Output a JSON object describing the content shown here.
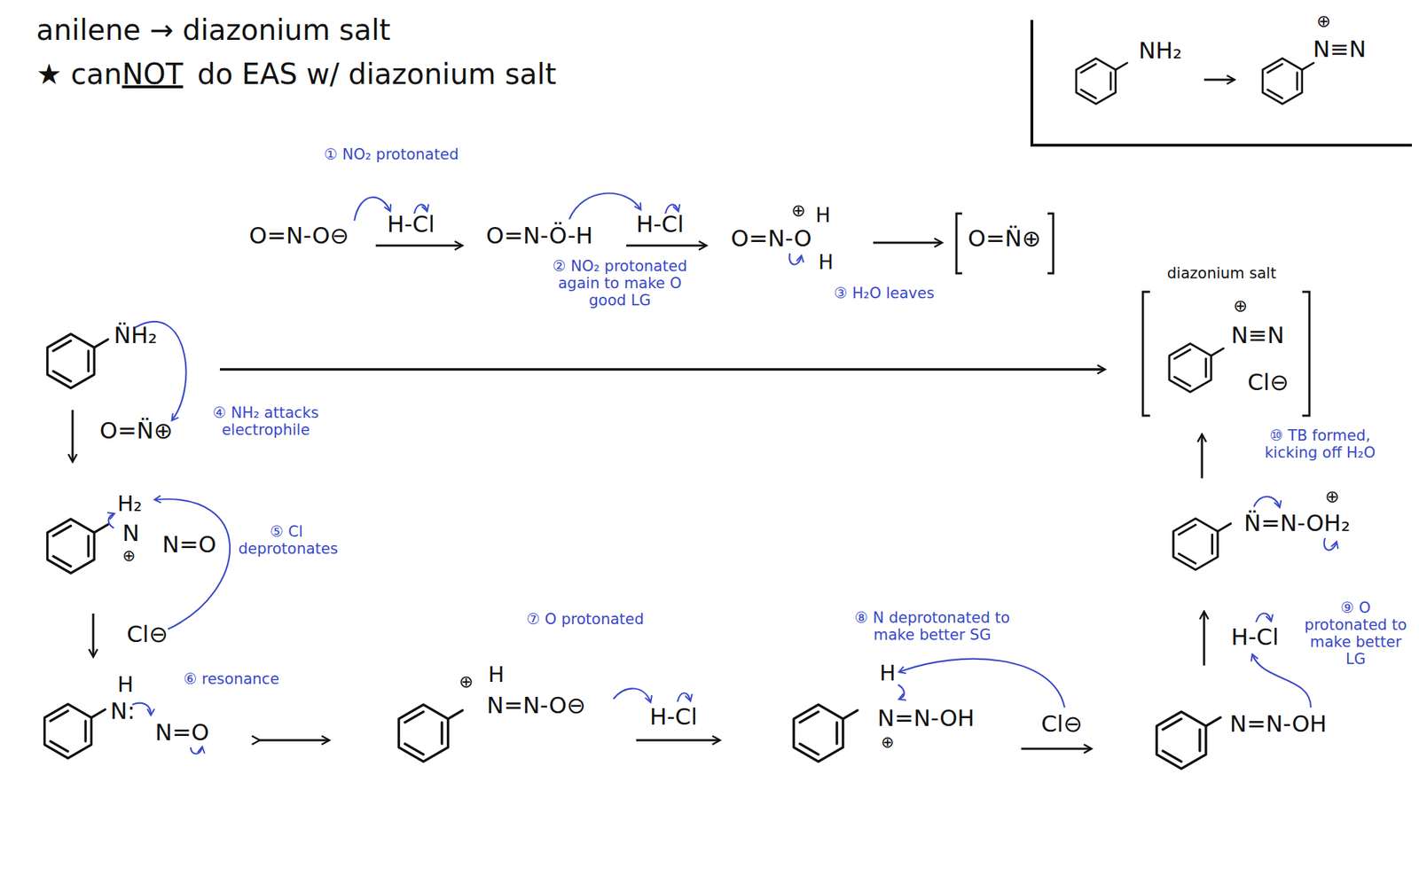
{
  "diagram": {
    "title": "anilene → diazonium salt",
    "labels": [
      "★ can",
      "NOT",
      "do EAS w/ diazonium salt",
      "NH₂",
      "⊕",
      "N≡N",
      "① NO₂ protonated",
      "O=N-O⊖",
      "H-Cl",
      "O=N-Ö-H",
      "H-Cl",
      "② NO₂ protonated again to make O good LG",
      "⊕",
      "H",
      "O=N-O",
      "H",
      "③ H₂O leaves",
      "O=N̈⊕",
      "N̈H₂",
      "O=N̈⊕",
      "④ NH₂ attacks electrophile",
      "diazonium salt",
      "⊕",
      "N≡N",
      "Cl⊖",
      "H₂",
      "N",
      "⊕",
      "N=O",
      "⑤ Cl deprotonates",
      "Cl⊖",
      "H",
      "N:",
      "N=O",
      "⑥ resonance",
      "⊕",
      "H",
      "N=N-O⊖",
      "⑦ O protonated",
      "H-Cl",
      "H",
      "N=N-OH",
      "⊕",
      "⑧ N deprotonated to make better SG",
      "Cl⊖",
      "N=N-OH",
      "H-Cl",
      "⑨ O protonated to make better LG",
      "N̈=N-OH₂",
      "⊕",
      "⑩ TB formed, kicking off H₂O"
    ]
  }
}
